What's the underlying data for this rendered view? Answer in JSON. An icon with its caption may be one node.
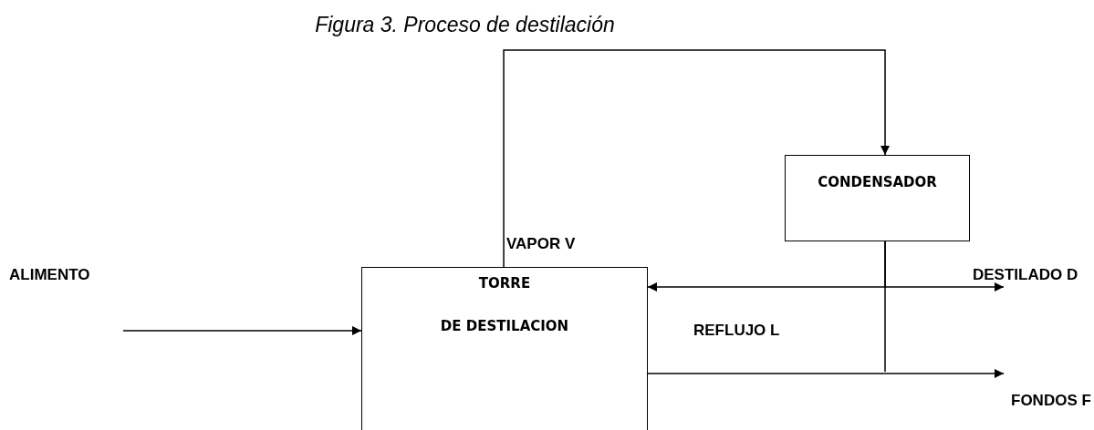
{
  "diagram": {
    "title": "Figura 3. Proceso de destilación",
    "nodes": [
      {
        "text": [
          "TORRE",
          "DE DESTILACION"
        ]
      },
      {
        "text": [
          "CONDENSADOR"
        ]
      }
    ],
    "edges": [
      {
        "from": 0,
        "to": 1,
        "arrow": "to",
        "label": "VAPOR V"
      },
      {
        "from": null,
        "to": 0,
        "arrow": "to",
        "label": "ALIMENTO"
      },
      {
        "from": 1,
        "to": 0,
        "arrow": "to",
        "label": "REFLUJO L"
      },
      {
        "from": 1,
        "to": null,
        "arrow": "to",
        "label": "DESTILADO D"
      },
      {
        "from": 0,
        "to": null,
        "arrow": "to",
        "label": "FONDOS  F"
      }
    ]
  }
}
